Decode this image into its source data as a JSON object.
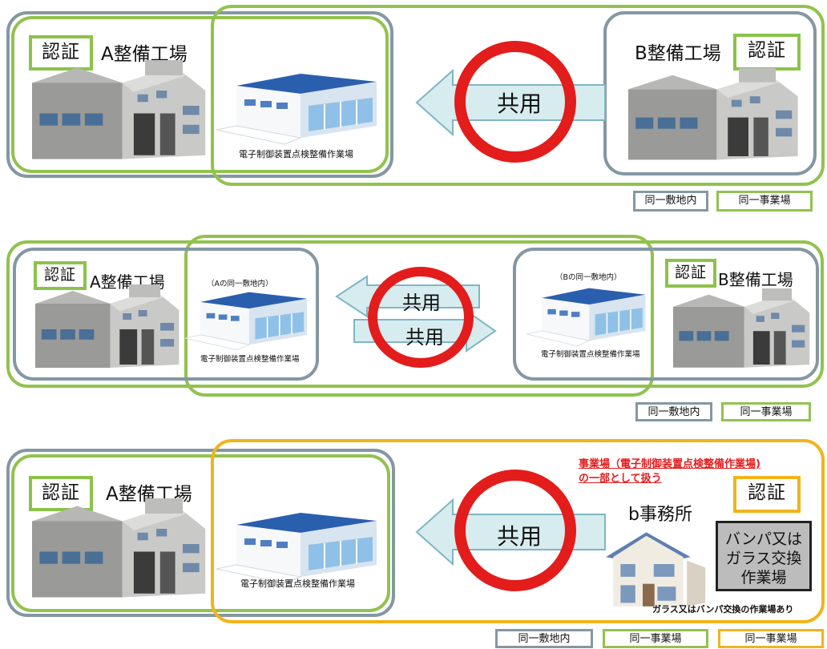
{
  "panel1": {
    "cert_a": "認証",
    "factory_a": "A整備工場",
    "workshop_caption": "電子制御装置点検整備作業場",
    "share": "共用",
    "factory_b": "B整備工場",
    "cert_b": "認証",
    "legend": [
      "同一敷地内",
      "同一事業場"
    ]
  },
  "panel2": {
    "cert_a": "認証",
    "factory_a": "A整備工場",
    "a_site_label": "（Aの同一敷地内）",
    "a_workshop_caption": "電子制御装置点検整備作業場",
    "share_top": "共用",
    "share_bottom": "共用",
    "b_site_label": "（Bの同一敷地内）",
    "b_workshop_caption": "電子制御装置点検整備作業場",
    "cert_b": "認証",
    "factory_b": "B整備工場",
    "legend": [
      "同一敷地内",
      "同一事業場"
    ]
  },
  "panel3": {
    "cert_a": "認証",
    "factory_a": "A整備工場",
    "workshop_caption": "電子制御装置点検整備作業場",
    "share": "共用",
    "red_note_line1": "事業場（電子制御装置点検整備作業場)",
    "red_note_line2": "の一部として扱う",
    "office": "b事務所",
    "cert_b": "認証",
    "bumper_line1": "バンパ又は",
    "bumper_line2": "ガラス交換",
    "bumper_line3": "作業場",
    "office_note": "ガラス又はバンパ交換の作業場あり",
    "legend": [
      "同一敷地内",
      "同一事業場",
      "同一事業場"
    ]
  },
  "colors": {
    "gray_frame": "#8497a3",
    "green_frame": "#92c24f",
    "yellow_frame": "#f0b41c",
    "red_circle": "#e31c1c",
    "arrow_fill": "#d7ecef",
    "arrow_stroke": "#7fb6c4"
  },
  "icons": [
    "factory-building-icon",
    "workshop-building-icon",
    "house-icon",
    "prohibited-circle-icon",
    "arrow-left-icon",
    "arrow-right-icon"
  ]
}
